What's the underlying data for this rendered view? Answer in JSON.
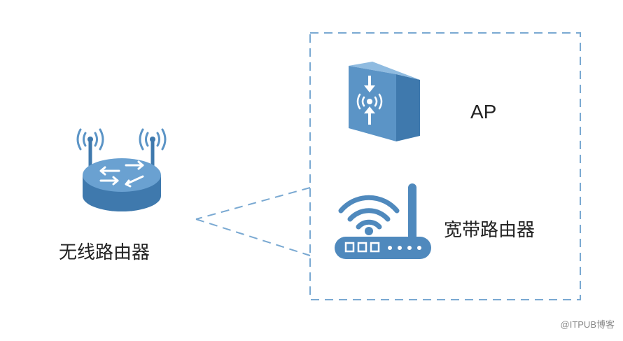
{
  "colors": {
    "device_blue": "#5b94c6",
    "device_dark": "#3f79ad",
    "device_light": "#8fbbe0",
    "dash": "#7aa9d2",
    "text": "#222222"
  },
  "labels": {
    "wireless_router": "无线路由器",
    "ap": "AP",
    "broadband_router": "宽带路由器"
  },
  "watermark": "@ITPUB博客",
  "icons": {
    "wireless_router": "wireless-router-icon",
    "ap": "access-point-icon",
    "broadband_router": "broadband-router-icon"
  }
}
